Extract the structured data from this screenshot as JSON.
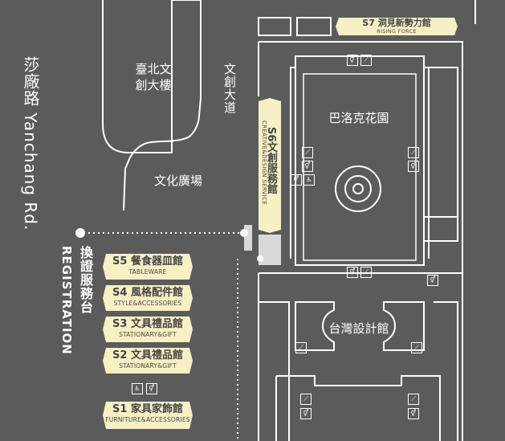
{
  "map": {
    "road": "莎廠路 Yanchang Rd.",
    "registration": {
      "zh": "換證服務台",
      "en": "REGISTRATION"
    },
    "landmarks": {
      "tower": "臺北文\n創大樓",
      "avenue": "文創大道",
      "plaza": "文化廣場",
      "garden": "巴洛克花園",
      "design_hall": "台灣設計館"
    },
    "halls": [
      {
        "id": "S5",
        "zh": "S5 餐食器皿館",
        "en": "TABLEWARE"
      },
      {
        "id": "S4",
        "zh": "S4 風格配件館",
        "en": "STYLE&ACCESSORIES"
      },
      {
        "id": "S3",
        "zh": "S3 文具禮品館",
        "en": "STATIONARY&GIFT"
      },
      {
        "id": "S2",
        "zh": "S2 文具禮品館",
        "en": "STATIONARY&GIFT"
      },
      {
        "id": "S1",
        "zh": "S1 家具家飾館",
        "en": "FURNITURE&ACCESSORIES"
      }
    ],
    "s6": {
      "zh": "S6文創服務館",
      "en": "CREATIVE&DESIGN SERVICE"
    },
    "s7": {
      "zh": "S7 洞見新勢力館",
      "en": "RISING FORCE"
    },
    "icons": [
      "restroom-icon",
      "stairs-icon",
      "accessible-icon"
    ],
    "colors": {
      "background": "#5b5b5b",
      "hall_fill": "#f6f0c4",
      "hall_text": "#444444",
      "line": "#ffffff",
      "service_block": "#d9d9d9"
    }
  }
}
